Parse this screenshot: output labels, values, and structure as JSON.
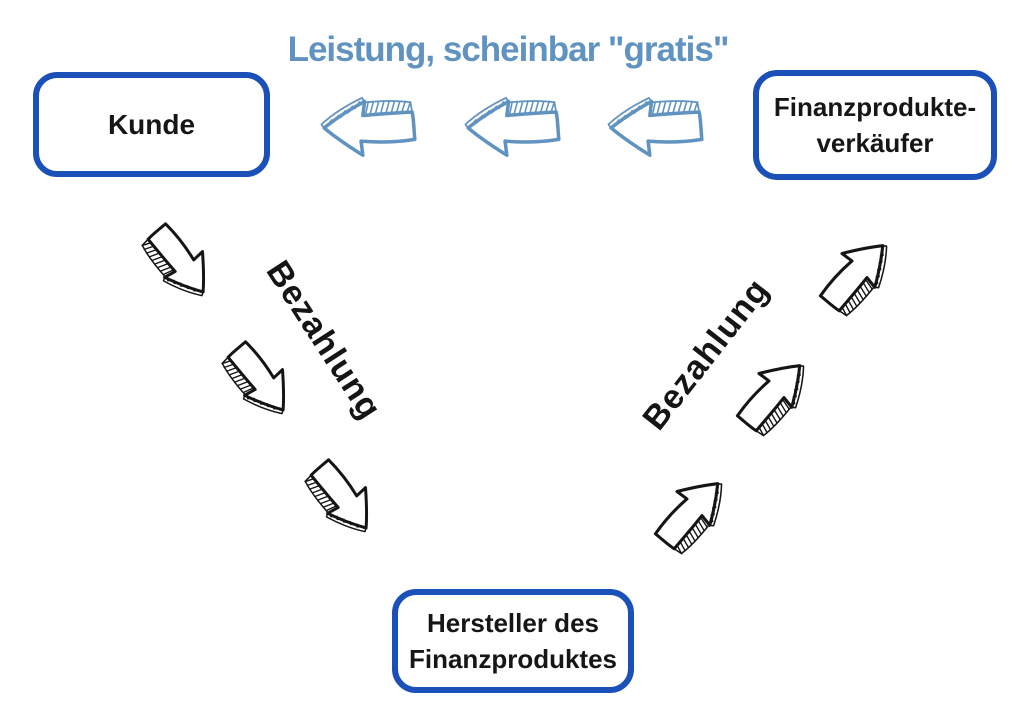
{
  "title": "Leistung, scheinbar \"gratis\"",
  "nodes": {
    "customer": {
      "label": "Kunde"
    },
    "seller": {
      "line1": "Finanzprodukte-",
      "line2": "verkäufer"
    },
    "producer": {
      "line1": "Hersteller des",
      "line2": "Finanzproduktes"
    }
  },
  "flow_labels": {
    "left_payment": "Bezahlung",
    "right_payment": "Bezahlung"
  },
  "icons": {
    "service_arrows": [
      "arrow-left-sketch-icon",
      "arrow-left-sketch-icon",
      "arrow-left-sketch-icon"
    ],
    "left_payment_arrows": [
      "arrow-down-right-sketch-icon",
      "arrow-down-right-sketch-icon",
      "arrow-down-right-sketch-icon"
    ],
    "right_payment_arrows": [
      "arrow-up-right-sketch-icon",
      "arrow-up-right-sketch-icon",
      "arrow-up-right-sketch-icon"
    ]
  },
  "colors": {
    "node_border_blue": "#1A50B8",
    "light_blue": "#6193C0",
    "arrow_black": "#151515",
    "background": "#FFFFFF",
    "text": "#161616"
  }
}
